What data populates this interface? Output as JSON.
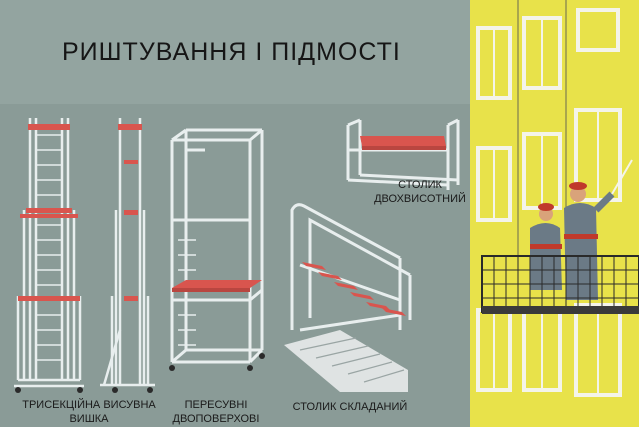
{
  "poster": {
    "title": "РИШТУВАННЯ І ПІДМОСТІ",
    "captions": {
      "tower": [
        "ТРИСЕКЦІЙНА ВИСУВНА",
        "ВИШКА"
      ],
      "mobile": [
        "ПЕРЕСУВНІ",
        "ДВОПОВЕРХОВІ"
      ],
      "folding": "СТОЛИК СКЛАДАНИЙ",
      "twolevel": [
        "СТОЛИК",
        "ДВОХВИСОТНИЙ"
      ]
    }
  },
  "colors": {
    "background_top": "#93a4a0",
    "background_main": "#8a9b97",
    "frame_line": "#e8eeee",
    "platform_red": "#d9554e",
    "building_yellow": "#e8e24a",
    "window_frame": "#f4f4ea",
    "worker_shirt": "#6b7a86",
    "worker_helmet": "#c0392b"
  }
}
